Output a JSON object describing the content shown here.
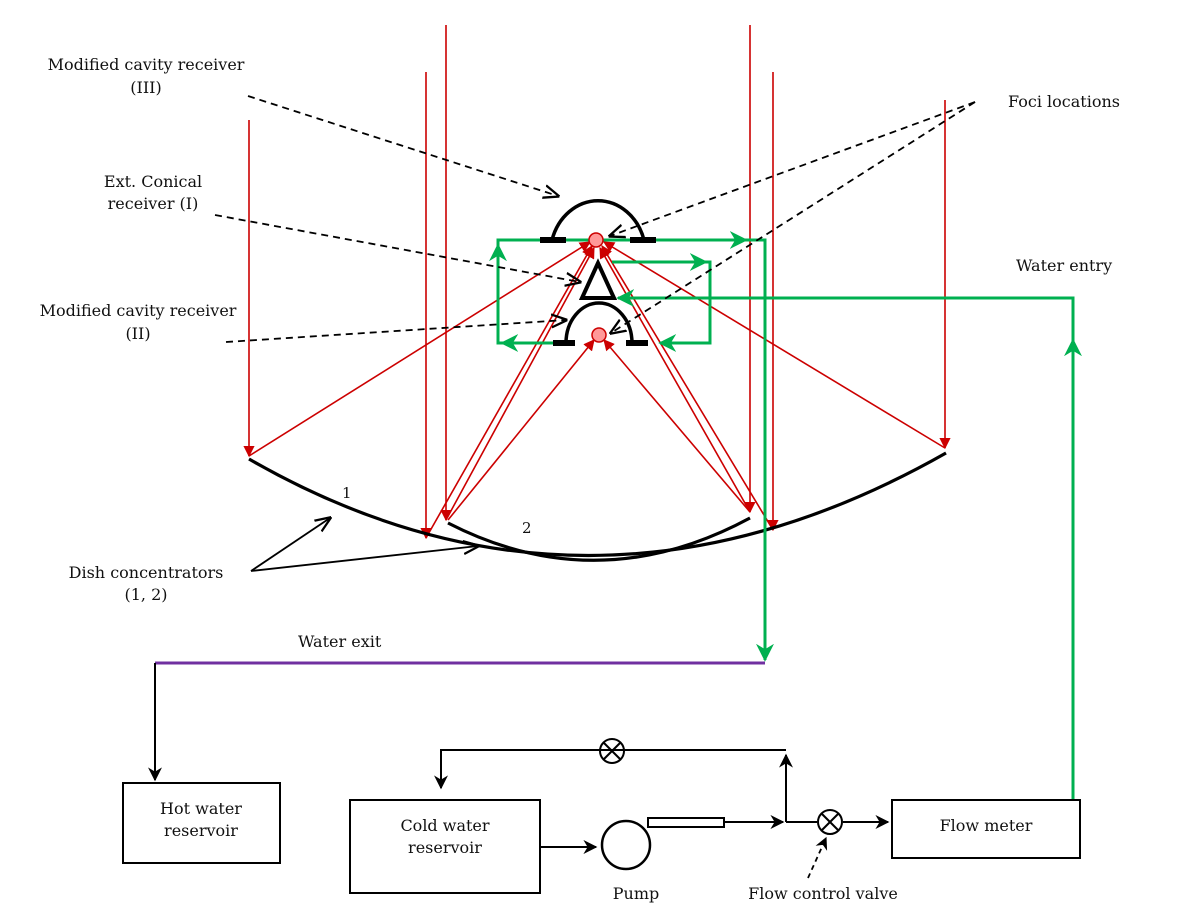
{
  "labels": {
    "modified_cavity_iii_line1": "Modified cavity receiver",
    "modified_cavity_iii_line2": "(III)",
    "ext_conical_line1": "Ext. Conical",
    "ext_conical_line2": "receiver (I)",
    "modified_cavity_ii_line1": "Modified cavity receiver",
    "modified_cavity_ii_line2": "(II)",
    "foci_locations": "Foci locations",
    "water_entry": "Water entry",
    "water_exit": "Water exit",
    "dish_concentrators_line1": "Dish concentrators",
    "dish_concentrators_line2": "(1, 2)",
    "dish_1": "1",
    "dish_2": "2",
    "hot_water_line1": "Hot water",
    "hot_water_line2": "reservoir",
    "cold_water_line1": "Cold water",
    "cold_water_line2": "reservoir",
    "pump": "Pump",
    "flow_meter": "Flow meter",
    "flow_control_valve": "Flow control valve"
  },
  "colors": {
    "solar_ray": "#cc0000",
    "water_pipe": "#00b050",
    "hot_pipe": "#7030a0",
    "annotation": "#000000",
    "focus_fill": "#ff9999"
  }
}
